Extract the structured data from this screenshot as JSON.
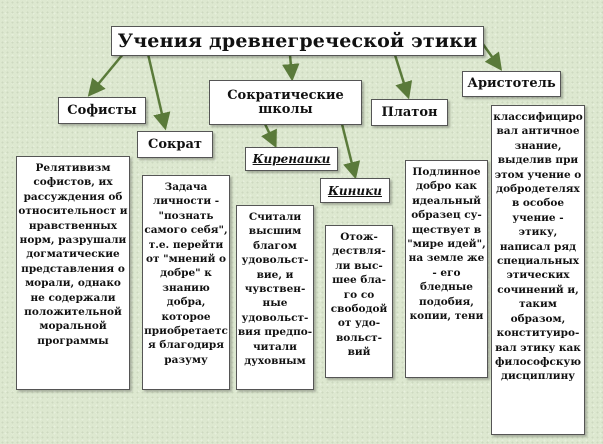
{
  "title": "Учения древнегреческой этики",
  "sophists": {
    "name": "Софисты",
    "description": "Релятивизм софистов, их рассуждения об относительност и нравственных норм, разрушали догматические представления о морали, однако не содержали положительной моральной программы"
  },
  "socrates": {
    "name": "Сократ",
    "description": "Задача личности - \"познать самого себя\", т.е. перейти от \"мнений о добре\" к знанию добра, которое приобретаетс я благодиря разуму"
  },
  "socratic_schools": {
    "name": "Сократические школы",
    "cyrenaics": {
      "name": "Киренаики",
      "description": "Считали высшим благом удовольст-вие, и чувствен-ные удовольст-вия предпо-читали духовным"
    },
    "cynics": {
      "name": "Киники",
      "description": "Отож-дествля-ли выс-шее бла-го со свободой от удо-вольст-вий"
    }
  },
  "plato": {
    "name": "Платон",
    "description": "Подлинное добро как идеальный образец су-ществует в \"мире идей\", на земле же - его бледные подобия, копии, тени"
  },
  "aristotle": {
    "name": "Аристотель",
    "description": "классифициро вал античное знание, выделив при этом учение о добродетелях в особое учение - этику, написал ряд специальных этических сочинений и, таким образом, конституиро-вал этику как философскую дисциплину"
  },
  "colors": {
    "background": "#dde8d0",
    "box_fill": "#ffffff",
    "box_border": "#555555",
    "connector": "#5a7a3a"
  }
}
